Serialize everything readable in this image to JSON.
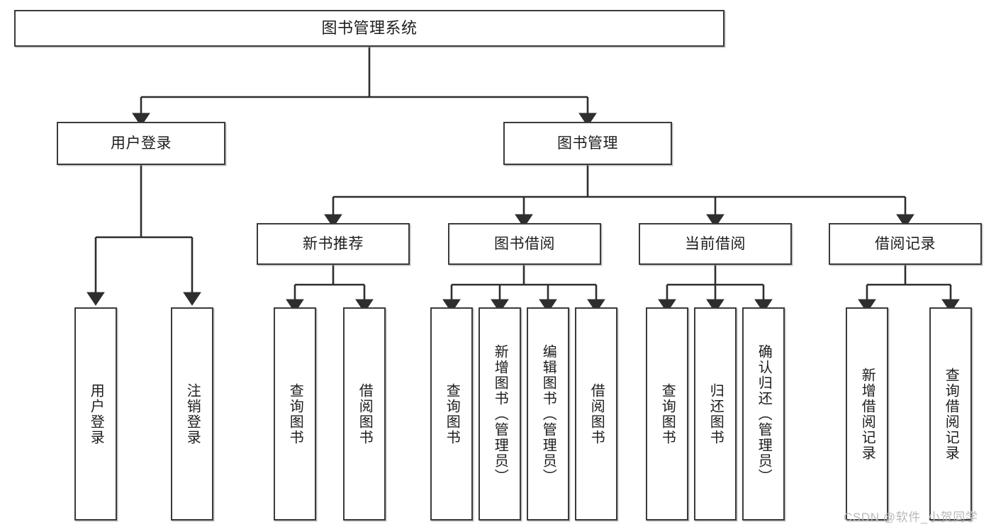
{
  "diagram": {
    "title": "图书管理系统",
    "type": "hierarchy-tree",
    "watermark": "CSDN @软件_小贺同学",
    "colors": {
      "box_border": "#3b3b3b",
      "box_fill": "#ffffff",
      "connector": "#2e2e2e",
      "text": "#1d1d1d",
      "watermark": "#b9b9b9"
    },
    "levels": {
      "root": {
        "label": "图书管理系统"
      },
      "level1": [
        {
          "label": "用户登录"
        },
        {
          "label": "图书管理"
        }
      ],
      "level2": [
        {
          "label": "新书推荐"
        },
        {
          "label": "图书借阅"
        },
        {
          "label": "当前借阅"
        },
        {
          "label": "借阅记录"
        }
      ],
      "leaves": {
        "user_login": [
          {
            "label": "用户登录"
          },
          {
            "label": "注销登录"
          }
        ],
        "new_book_recommend": [
          {
            "label": "查询图书"
          },
          {
            "label": "借阅图书"
          }
        ],
        "book_borrow": [
          {
            "label": "查询图书"
          },
          {
            "label": "新增图书（管理员）"
          },
          {
            "label": "编辑图书（管理员）"
          },
          {
            "label": "借阅图书"
          }
        ],
        "current_borrow": [
          {
            "label": "查询图书"
          },
          {
            "label": "归还图书"
          },
          {
            "label": "确认归还（管理员）"
          }
        ],
        "borrow_record": [
          {
            "label": "新增借阅记录"
          },
          {
            "label": "查询借阅记录"
          }
        ]
      }
    }
  }
}
